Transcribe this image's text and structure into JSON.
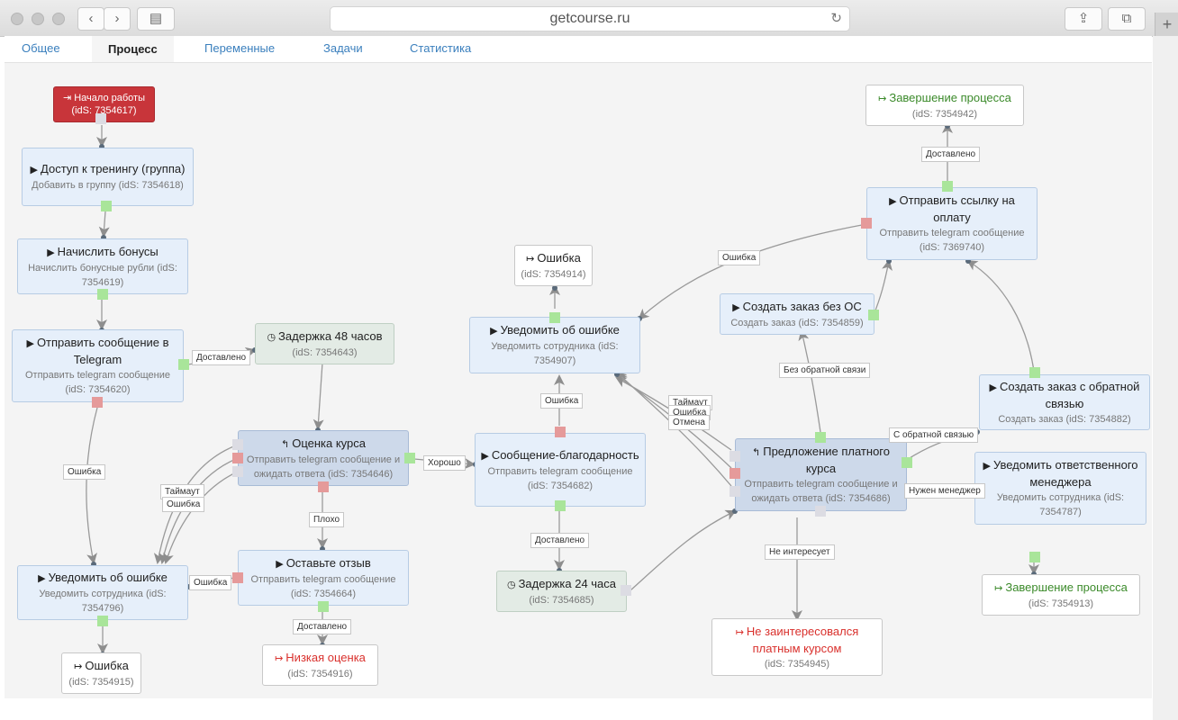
{
  "browser": {
    "url": "getcourse.ru",
    "back_icon": "chevron-left-icon",
    "forward_icon": "chevron-right-icon",
    "sidebar_icon": "sidebar-icon",
    "reload_icon": "reload-icon",
    "share_icon": "share-icon",
    "tabs_icon": "tabs-icon",
    "new_tab": "+"
  },
  "tabs": [
    {
      "label": "Общее"
    },
    {
      "label": "Процесс"
    },
    {
      "label": "Переменные"
    },
    {
      "label": "Задачи"
    },
    {
      "label": "Статистика"
    }
  ],
  "nodes": {
    "start": {
      "icon": "sign-in-icon",
      "title": "Начало работы",
      "sub": "(idS: 7354617)"
    },
    "access": {
      "icon": "play-icon",
      "title": "Доступ к тренингу (группа)",
      "sub": "Добавить в группу (idS: 7354618)"
    },
    "bonus": {
      "icon": "play-icon",
      "title": "Начислить бонусы",
      "sub": "Начислить бонусные рубли (idS: 7354619)"
    },
    "send_tg": {
      "icon": "play-icon",
      "title": "Отправить сообщение в Telegram",
      "sub": "Отправить telegram сообщение (idS: 7354620)"
    },
    "delay48": {
      "icon": "clock-icon",
      "title": "Задержка 48 часов",
      "sub": "(idS: 7354643)"
    },
    "rate": {
      "icon": "reply-icon",
      "title": "Оценка курса",
      "sub": "Отправить telegram сообщение и ожидать ответа (idS: 7354646)"
    },
    "notify_err_left": {
      "icon": "play-icon",
      "title": "Уведомить об ошибке",
      "sub": "Уведомить сотрудника (idS: 7354796)"
    },
    "review": {
      "icon": "play-icon",
      "title": "Оставьте отзыв",
      "sub": "Отправить telegram сообщение (idS: 7354664)"
    },
    "error_left": {
      "icon": "sign-out-icon",
      "title": "Ошибка",
      "sub": "(idS: 7354915)"
    },
    "low_rate": {
      "icon": "sign-out-icon",
      "title": "Низкая оценка",
      "sub": "(idS: 7354916)"
    },
    "error_mid": {
      "icon": "sign-out-icon",
      "title": "Ошибка",
      "sub": "(idS: 7354914)"
    },
    "notify_err_mid": {
      "icon": "play-icon",
      "title": "Уведомить об ошибке",
      "sub": "Уведомить сотрудника (idS: 7354907)"
    },
    "thanks": {
      "icon": "play-icon",
      "title": "Сообщение-благодарность",
      "sub": "Отправить telegram сообщение (idS: 7354682)"
    },
    "delay24": {
      "icon": "clock-icon",
      "title": "Задержка 24 часа",
      "sub": "(idS: 7354685)"
    },
    "finish_top": {
      "icon": "sign-out-icon",
      "title": "Завершение процесса",
      "sub": "(idS: 7354942)"
    },
    "pay_link": {
      "icon": "play-icon",
      "title": "Отправить ссылку на оплату",
      "sub": "Отправить telegram сообщение (idS: 7369740)"
    },
    "order_no_fb": {
      "icon": "play-icon",
      "title": "Создать заказ без ОС",
      "sub": "Создать заказ (idS: 7354859)"
    },
    "order_fb": {
      "icon": "play-icon",
      "title": "Создать заказ с обратной связью",
      "sub": "Создать заказ (idS: 7354882)"
    },
    "offer": {
      "icon": "reply-icon",
      "title": "Предложение платного курса",
      "sub": "Отправить telegram сообщение и ожидать ответа (idS: 7354686)"
    },
    "notify_mgr": {
      "icon": "play-icon",
      "title": "Уведомить ответственного менеджера",
      "sub": "Уведомить сотрудника (idS: 7354787)"
    },
    "finish_bottom": {
      "icon": "sign-out-icon",
      "title": "Завершение процесса",
      "sub": "(idS: 7354913)"
    },
    "not_interested": {
      "icon": "sign-out-icon",
      "title": "Не заинтересовался платным курсом",
      "sub": "(idS: 7354945)"
    }
  },
  "edge_labels": {
    "delivered_1": "Доставлено",
    "error_1": "Ошибка",
    "timeout_1": "Таймаут",
    "timeout_1b": "Ошибка",
    "good": "Хорошо",
    "bad": "Плохо",
    "error_review": "Ошибка",
    "delivered_review": "Доставлено",
    "error_thanks": "Ошибка",
    "delivered_thanks": "Доставлено",
    "timeout_offer": "Таймаут",
    "timeout_offer_b": "Ошибка",
    "timeout_offer_c": "Отмена",
    "error_pay": "Ошибка",
    "delivered_pay": "Доставлено",
    "no_feedback": "Без обратной связи",
    "with_feedback": "С обратной связью",
    "need_manager": "Нужен менеджер",
    "not_interested": "Не интересует"
  },
  "colors": {
    "start_node": "#c8353a",
    "port_ok": "#a9e59a",
    "port_error": "#e59a9a",
    "exit_ok": "#3b8a2a",
    "exit_fail": "#d9302c",
    "link": "#3a7fbd"
  }
}
